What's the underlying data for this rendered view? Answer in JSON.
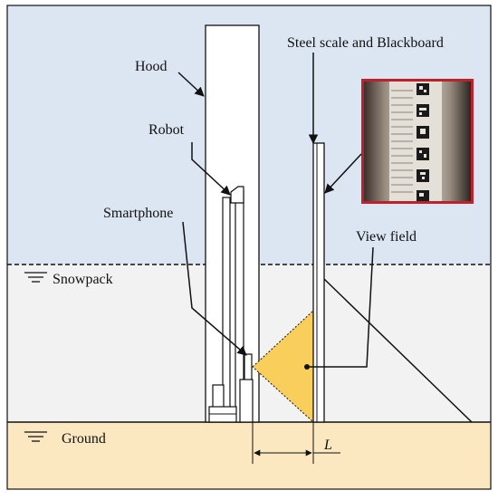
{
  "labels": {
    "hood": "Hood",
    "robot": "Robot",
    "smartphone": "Smartphone",
    "steel_scale": "Steel scale and Blackboard",
    "view_field": "View field",
    "snowpack": "Snowpack",
    "ground": "Ground",
    "distance": "L"
  },
  "colors": {
    "sky": "#dce6f2",
    "snow": "#f2f2f2",
    "ground": "#fbe7c0",
    "view_field": "#f9ce5a",
    "inset_frame": "#c0202a",
    "line": "#111111"
  }
}
